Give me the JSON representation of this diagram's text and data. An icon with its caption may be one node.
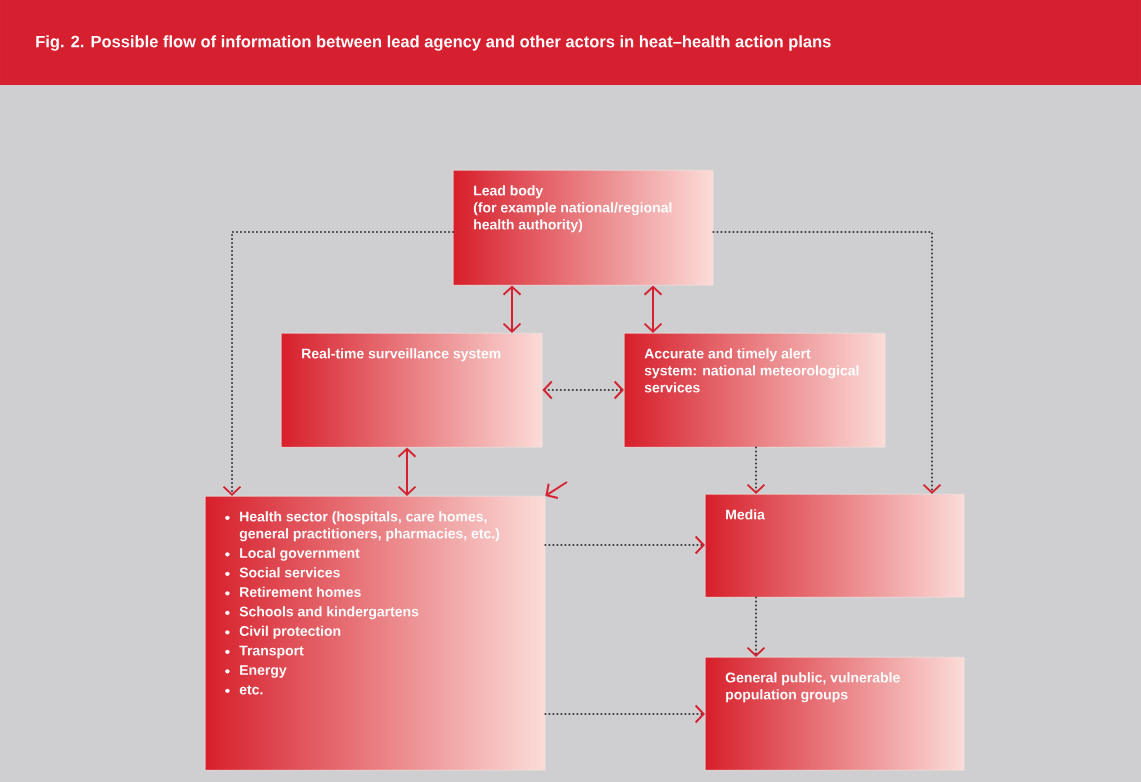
{
  "diagram": {
    "title": "Fig. 2.  Possible flow of information between lead agency and other actors in heat–health action plans",
    "nodes": [
      {
        "text": [
          "Lead body",
          "(for example national/regional health authority)"
        ]
      },
      {
        "text": [
          "Real-time surveillance system"
        ]
      },
      {
        "text": [
          "Accurate and timely alert system: national meteorological services"
        ]
      },
      {
        "text": [
          "Health sector (hospitals, care homes, general practitioners, pharmacies, etc.)",
          "Local government",
          "Social services",
          "Retirement homes",
          "Schools and kindergartens",
          "Civil protection",
          "Transport",
          "Energy",
          "etc."
        ]
      },
      {
        "text": [
          "Media"
        ]
      },
      {
        "text": [
          "General public, vulnerable population groups"
        ]
      }
    ],
    "edges": [
      {
        "from": 0,
        "to": 1,
        "arrow": "both",
        "color": "#d6202f"
      },
      {
        "from": 0,
        "to": 2,
        "arrow": "both",
        "color": "#d6202f"
      },
      {
        "from": 1,
        "to": 2,
        "arrow": "both",
        "style": "dashed"
      },
      {
        "from": 1,
        "to": 3,
        "arrow": "both",
        "color": "#d6202f"
      },
      {
        "from": 0,
        "to": 3,
        "arrow": "to",
        "style": "dashed"
      },
      {
        "from": 0,
        "to": 4,
        "arrow": "to",
        "style": "dashed"
      },
      {
        "from": 2,
        "to": 4,
        "arrow": "to",
        "style": "dashed"
      },
      {
        "from": 3,
        "to": 4,
        "arrow": "to",
        "style": "dashed"
      },
      {
        "from": 4,
        "to": 5,
        "arrow": "to",
        "style": "dashed"
      },
      {
        "from": 3,
        "to": 5,
        "arrow": "to",
        "style": "dashed"
      },
      {
        "from": null,
        "to": 3,
        "arrow": "to",
        "color": "#d6202f"
      }
    ]
  }
}
